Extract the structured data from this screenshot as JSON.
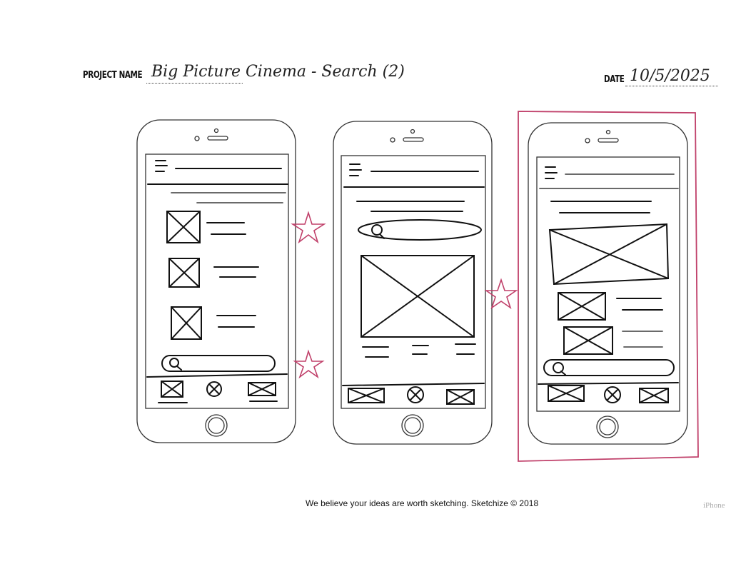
{
  "header": {
    "project_label": "PROJECT NAME",
    "project_name": "Big Picture Cinema - Search (2)",
    "date_label": "DATE",
    "date_value": "10/5/2025"
  },
  "footer": {
    "tagline": "We believe your ideas are worth sketching. Sketchize © 2018",
    "device": "iPhone"
  },
  "colors": {
    "highlight": "#c0406a",
    "ink": "#111111"
  },
  "phones": [
    {
      "name": "phone-1",
      "starred": true
    },
    {
      "name": "phone-2",
      "starred": true
    },
    {
      "name": "phone-3",
      "highlighted": true
    }
  ]
}
